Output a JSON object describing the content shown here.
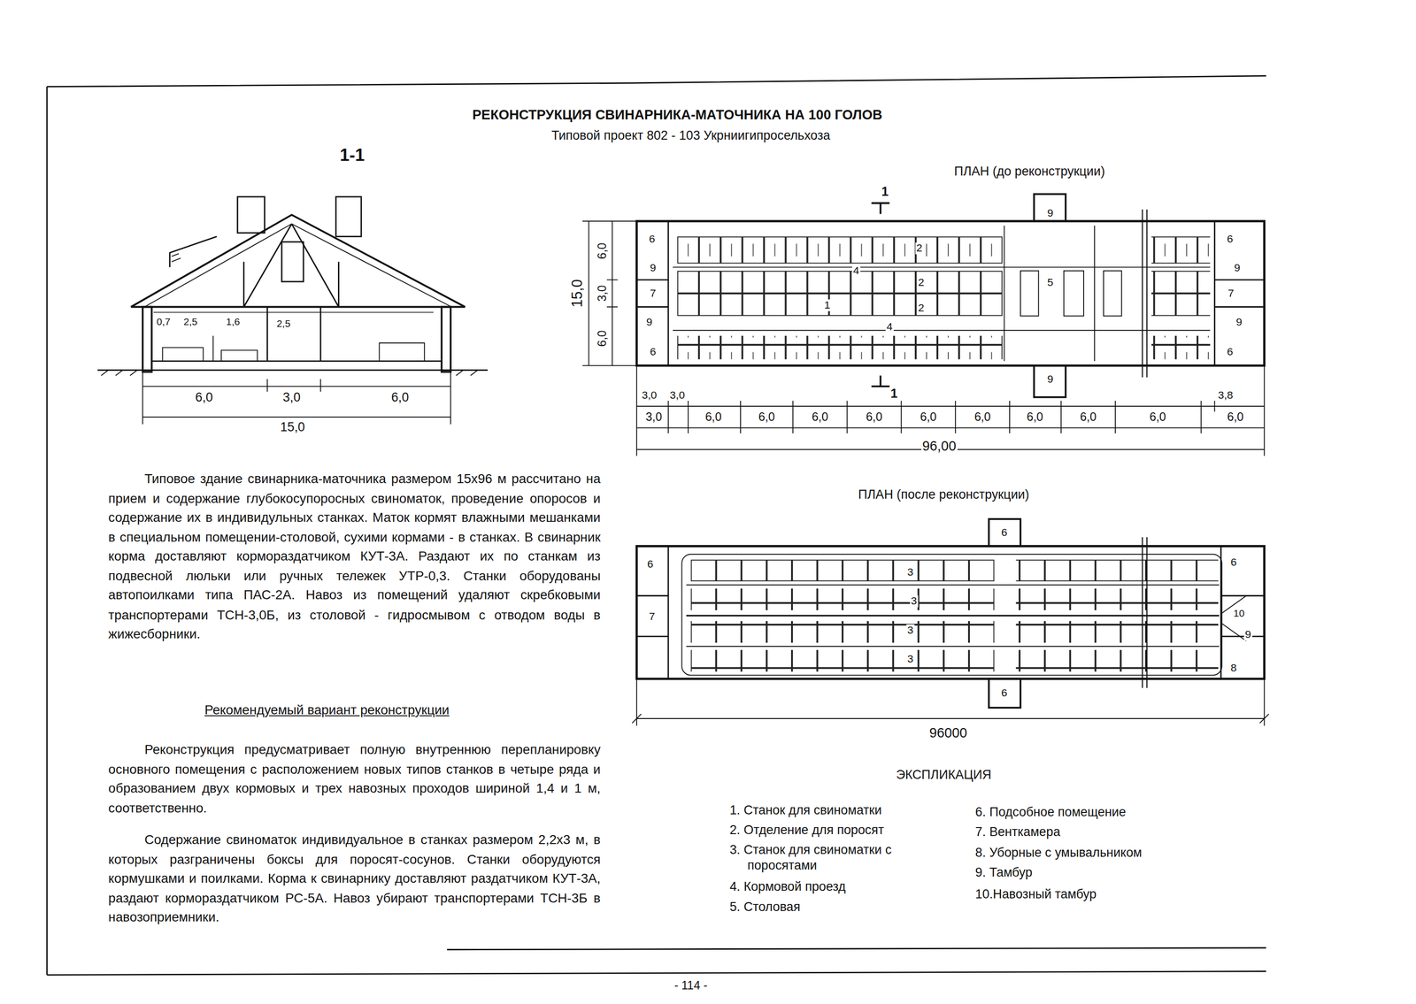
{
  "diagram": {
    "title": "РЕКОНСТРУКЦИЯ СВИНАРНИКА-МАТОЧНИКА НА 100 ГОЛОВ",
    "labels": [
      "Типовой проект 802 - 103 Укрниигипросельхоза",
      "1-1",
      "ПЛАН (до реконструкции)",
      "0,7",
      "2,5",
      "1,6",
      "2,5",
      "6,0",
      "3,0",
      "6,0",
      "15,0",
      "15,0",
      "6,0",
      "3,0",
      "6,0",
      "6",
      "9",
      "7",
      "9",
      "6",
      "9",
      "4",
      "2",
      "1",
      "2",
      "2",
      "4",
      "5",
      "9",
      "6",
      "9",
      "7",
      "9",
      "6",
      "1",
      "1",
      "3,0",
      "3,0",
      "3,8",
      "3,0",
      "6,0",
      "6,0",
      "6,0",
      "6,0",
      "6,0",
      "6,0",
      "6,0",
      "6,0",
      "6,0",
      "6,0",
      "96,00",
      "ПЛАН (после реконструкции)",
      "6",
      "6",
      "7",
      "3",
      "3",
      "3",
      "3",
      "6",
      "10",
      "9",
      "8",
      "6",
      "96000",
      "ЭКСПЛИКАЦИЯ",
      "1. Станок для свиноматки",
      "2. Отделение для поросят",
      "3. Станок для свиноматки с поросятами",
      "4. Кормовой проезд",
      "5. Столовая",
      "6. Подсобное помещение",
      "7. Венткамера",
      "8. Уборные с умывальником",
      "9. Тамбур",
      "10.Навозный тамбур",
      "Типовое здание свинарника-маточника размером 15х96 м рассчитано на прием и содержание глубокосупоросных свиноматок, проведение опоросов и содержание их в индивидульных станках. Маток кормят влажными мешанками в специальном помещении-столовой, сухими кормами - в станках. В свинарник корма доставляют кормораздатчиком КУТ-3А. Раздают их по станкам из подвесной люльки или ручных тележек УТР-0,3. Станки оборудованы автопоилками типа ПАС-2А. Навоз из помещений удаляют скребковыми транспортерами ТСН-3,0Б, из столовой - гидросмывом с отводом воды в жижесборники.",
      "Рекомендуемый вариант реконструкции",
      "Реконструкция предусматривает полную внутреннюю перепланировку основного помещения с расположением новых типов станков в четыре ряда и образованием двух кормовых и трех навозных проходов шириной 1,4 и 1 м, соответственно.",
      "Содержание свиноматок индивидуальное в станках размером 2,2х3 м, в которых разграничены боксы для поросят-сосунов. Станки оборудуются кормушками и поилками. Корма к свинарнику доставляют раздатчиком КУТ-3А, раздают кормораздатчиком РС-5А. Навоз убирают транспортерами ТСН-3Б в навозоприемники.",
      "- 114 -"
    ]
  }
}
